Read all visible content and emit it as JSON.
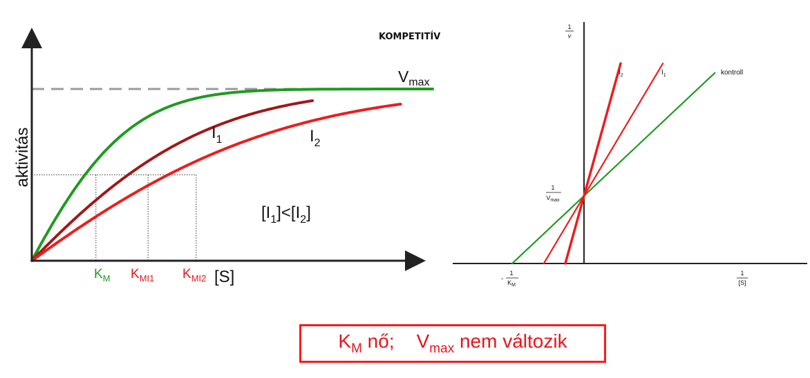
{
  "title": "KOMPETITÍV",
  "colors": {
    "green": "#1f9a1f",
    "red": "#ee1c1c",
    "darkred": "#a01818",
    "gray": "#9a9a9a",
    "axis": "#222222"
  },
  "summary": {
    "km_main": "K",
    "km_sub": "M",
    "km_text": " nő;",
    "vmax_main": "V",
    "vmax_sub": "max",
    "vmax_text": " nem változik"
  },
  "chart_data": [
    {
      "type": "line",
      "title": "",
      "xlabel": "[S]",
      "ylabel": "aktivitás",
      "vmax_label": {
        "main": "V",
        "sub": "max"
      },
      "vmax": 1,
      "xlim": [
        0,
        10
      ],
      "ylim": [
        0,
        1.2
      ],
      "series": [
        {
          "name": "",
          "color_key": "green",
          "km": 1.6
        },
        {
          "name": "I1",
          "label_main": "I",
          "label_sub": "1",
          "color_key": "darkred",
          "km": 2.9
        },
        {
          "name": "I2",
          "label_main": "I",
          "label_sub": "2",
          "color_key": "red",
          "km": 4.1
        }
      ],
      "km_labels": [
        {
          "main": "K",
          "sub": "M",
          "color_key": "green"
        },
        {
          "main": "K",
          "sub": "MI1",
          "color_key": "red"
        },
        {
          "main": "K",
          "sub": "MI2",
          "color_key": "red"
        }
      ],
      "annotation": "[I1]<[I2]",
      "annotation_parts": [
        "[I",
        "1",
        "]<[I",
        "2",
        "]"
      ]
    },
    {
      "type": "line",
      "title": "KOMPETITÍV",
      "xlabel": {
        "num": "1",
        "den": "[S]"
      },
      "ylabel": {
        "num": "1",
        "den": "v"
      },
      "y_intercept_label": {
        "num": "1",
        "den": "Vmax",
        "den_main": "V",
        "den_sub": "max"
      },
      "x_intercept_label": {
        "prefix": "-",
        "num": "1",
        "den": "KM",
        "den_main": "K",
        "den_sub": "M"
      },
      "y_intercept": 1,
      "series": [
        {
          "name": "kontroll",
          "label": "kontroll",
          "color_key": "green",
          "x_intercept": -1.0
        },
        {
          "name": "I1",
          "label_main": "I",
          "label_sub": "1",
          "color_key": "red",
          "x_intercept": -0.56
        },
        {
          "name": "I2",
          "label_main": "I",
          "label_sub": "2",
          "color_key": "red",
          "x_intercept": -0.26
        }
      ]
    }
  ]
}
